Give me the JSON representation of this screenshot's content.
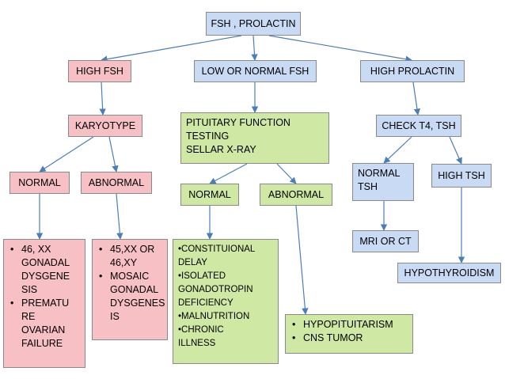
{
  "nodes": {
    "root": "FSH , PROLACTIN",
    "high_fsh": "HIGH FSH",
    "low_normal_fsh": "LOW OR NORMAL FSH",
    "high_prolactin": "HIGH PROLACTIN",
    "karyotype": "KARYOTYPE",
    "pituitary_testing": [
      "PITUITARY FUNCTION",
      "TESTING",
      "SELLAR X-RAY"
    ],
    "check_t4_tsh": "CHECK T4, TSH",
    "karyo_normal": "NORMAL",
    "karyo_abnormal": "ABNORMAL",
    "pit_normal": "NORMAL",
    "pit_abnormal": "ABNORMAL",
    "normal_tsh": [
      "NORMAL",
      "TSH"
    ],
    "high_tsh": "HIGH TSH",
    "mri_ct": "MRI OR CT",
    "hypothyroidism": "HYPOTHYROIDISM",
    "list_46xx": [
      [
        "46, XX",
        "GONADAL",
        "DYSGENE",
        "SIS"
      ],
      [
        "PREMATU",
        "RE",
        "OVARIAN",
        "FAILURE"
      ]
    ],
    "list_45xx": [
      [
        "45,XX OR",
        "46,XY"
      ],
      [
        "MOSAIC",
        "GONADAL",
        "DYSGENES",
        "IS"
      ]
    ],
    "list_constitutional": [
      "•CONSTITUIONAL",
      "DELAY",
      "•ISOLATED",
      "GONADOTROPIN",
      "DEFICIENCY",
      "•MALNUTRITION",
      "•CHRONIC",
      "ILLNESS"
    ],
    "list_hypopit": [
      "HYPOPITUITARISM",
      "CNS TUMOR"
    ]
  },
  "colors": {
    "pink": "#f6c0c4",
    "blue": "#c9dbf4",
    "green": "#cfe8a3",
    "arrow": "#4a7ebb"
  }
}
